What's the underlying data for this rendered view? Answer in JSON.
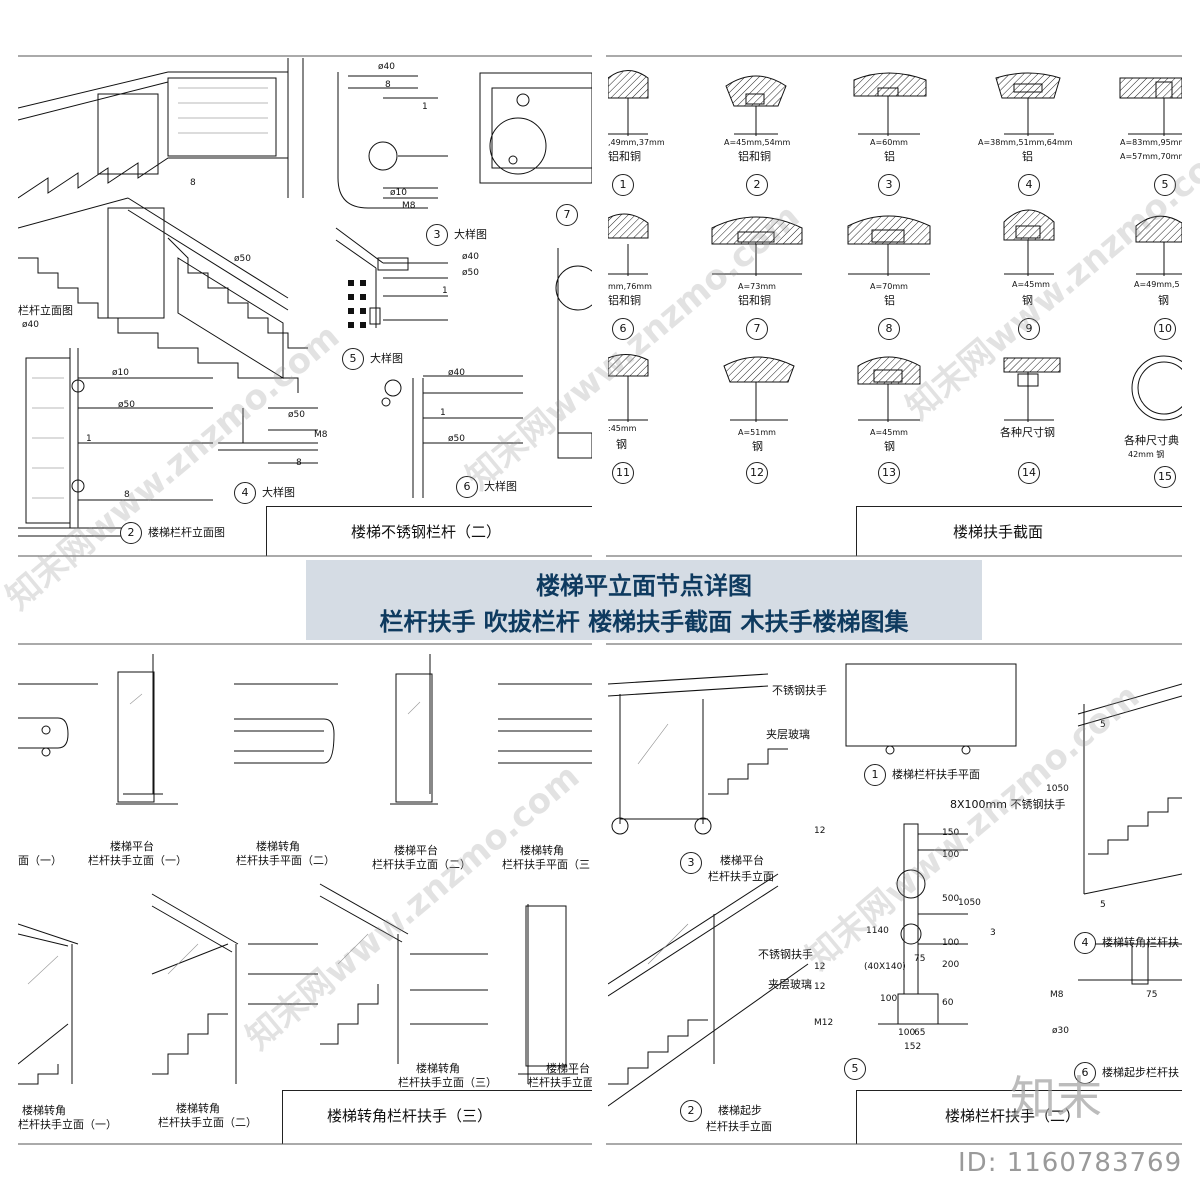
{
  "banner": {
    "line1": "楼梯平立面节点详图",
    "line2": "栏杆扶手 吹拔栏杆 楼梯扶手截面 木扶手楼梯图集"
  },
  "panel_tl": {
    "title": "楼梯不锈钢栏杆（二）",
    "view2": "楼梯栏杆立面图",
    "view2_num": "2",
    "view1_partial": "栏杆立面图",
    "detail3": "大样图",
    "detail3_num": "3",
    "detail4": "大样图",
    "detail4_num": "4",
    "detail5": "大样图",
    "detail5_num": "5",
    "detail6": "大样图",
    "detail6_num": "6",
    "detail7_num": "7",
    "dims": [
      "ø40",
      "8",
      "1",
      "ø10",
      "M8",
      "ø50",
      "ø40",
      "ø50",
      "1",
      "ø40",
      "ø10",
      "ø50",
      "1",
      "8",
      "ø50",
      "M8",
      "8",
      "ø40",
      "1",
      "ø50",
      "8"
    ]
  },
  "panel_tr": {
    "title": "楼梯扶手截面",
    "sections": [
      {
        "num": "1",
        "dim": ",49mm,37mm",
        "mat": "铝和铜"
      },
      {
        "num": "2",
        "dim": "A=45mm,54mm",
        "mat": "铝和铜"
      },
      {
        "num": "3",
        "dim": "A=60mm",
        "mat": "铝"
      },
      {
        "num": "4",
        "dim": "A=38mm,51mm,64mm",
        "mat": "铝"
      },
      {
        "num": "5",
        "dim": "A=83mm,95mm",
        "dim2": "A=57mm,70mm",
        "mat": ""
      },
      {
        "num": "6",
        "dim": "mm,76mm",
        "mat": "铝和铜"
      },
      {
        "num": "7",
        "dim": "A=73mm",
        "mat": "铝和铜"
      },
      {
        "num": "8",
        "dim": "A=70mm",
        "mat": "铝"
      },
      {
        "num": "9",
        "dim": "A=45mm",
        "mat": "钢"
      },
      {
        "num": "10",
        "dim": "A=49mm,5",
        "mat": "钢"
      },
      {
        "num": "11",
        "dim": ":45mm",
        "mat": "钢"
      },
      {
        "num": "12",
        "dim": "A=51mm",
        "mat": "钢"
      },
      {
        "num": "13",
        "dim": "A=45mm",
        "mat": "钢"
      },
      {
        "num": "14",
        "dim": "各种尺寸钢",
        "mat": ""
      },
      {
        "num": "15",
        "dim": "各种尺寸典",
        "dim2": "42mm 钢",
        "mat": ""
      }
    ],
    "axis_label": "A"
  },
  "panel_bl": {
    "title": "楼梯转角栏杆扶手（三）",
    "views": [
      {
        "line1": "",
        "line2": "面（一）"
      },
      {
        "line1": "楼梯平台",
        "line2": "栏杆扶手立面（一）"
      },
      {
        "line1": "楼梯转角",
        "line2": "栏杆扶手平面（二）"
      },
      {
        "line1": "楼梯平台",
        "line2": "栏杆扶手立面（二）"
      },
      {
        "line1": "楼梯转角",
        "line2": "栏杆扶手平面（三"
      },
      {
        "line1": "楼梯转角",
        "line2": "栏杆扶手立面（一）"
      },
      {
        "line1": "楼梯转角",
        "line2": "栏杆扶手立面（二）"
      },
      {
        "line1": "楼梯转角",
        "line2": "栏杆扶手立面（三）"
      },
      {
        "line1": "楼梯平台",
        "line2": "栏杆扶手立面"
      }
    ]
  },
  "panel_br": {
    "title": "楼梯栏杆扶手（二）",
    "labels": {
      "handrail": "不锈钢扶手",
      "glass": "夹层玻璃",
      "handrail2": "不锈钢扶手",
      "glass2": "夹层玻璃",
      "plate": "8X100mm 不锈钢扶手"
    },
    "views": [
      {
        "num": "1",
        "text": "楼梯栏杆扶手平面"
      },
      {
        "num": "3",
        "line1": "楼梯平台",
        "line2": "栏杆扶手立面"
      },
      {
        "num": "2",
        "line1": "楼梯起步",
        "line2": "栏杆扶手立面"
      },
      {
        "num": "4",
        "text": "楼梯转角栏杆扶"
      },
      {
        "num": "5",
        "text": ""
      },
      {
        "num": "6",
        "text": "楼梯起步栏杆扶"
      }
    ],
    "dims": [
      "12",
      "150",
      "100",
      "500",
      "1050",
      "1140",
      "100",
      "200",
      "12",
      "75",
      "(40X140)",
      "12",
      "100",
      "60",
      "M12",
      "100",
      "65",
      "152",
      "1050",
      "5",
      "5",
      "M8",
      "75",
      "ø30",
      "3"
    ]
  },
  "watermark": {
    "text": "知末网www.znzmo.com"
  },
  "logo": {
    "text": "知末"
  },
  "id_label": {
    "text": "ID: 1160783769"
  }
}
